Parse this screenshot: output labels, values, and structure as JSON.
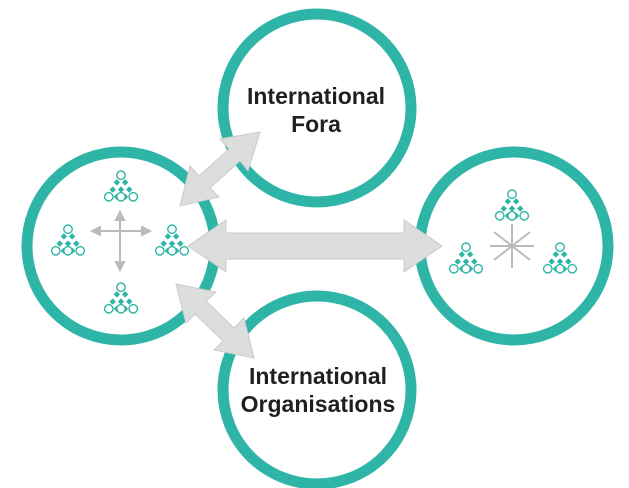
{
  "colors": {
    "teal": "#2fb5a7",
    "arrow": "#dcdedd",
    "arrow_stroke": "#c9ccca",
    "label": "#231f20",
    "cross": "#b9bcbb"
  },
  "nodes": {
    "fora": {
      "line1": "International",
      "line2": "Fora"
    },
    "organisations": {
      "line1": "International",
      "line2": "Organisations"
    }
  },
  "icons": [
    "network-cluster-icon",
    "double-arrow-icon",
    "cross-arrows-icon"
  ]
}
